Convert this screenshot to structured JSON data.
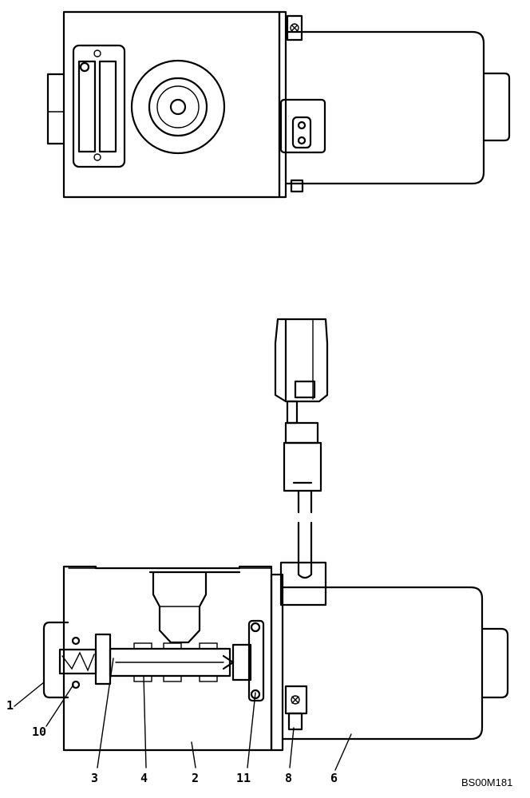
{
  "diagram_code": "BS00M181",
  "callouts": [
    {
      "id": "c1",
      "label": "1"
    },
    {
      "id": "c10",
      "label": "10"
    },
    {
      "id": "c3",
      "label": "3"
    },
    {
      "id": "c4",
      "label": "4"
    },
    {
      "id": "c2",
      "label": "2"
    },
    {
      "id": "c11",
      "label": "11"
    },
    {
      "id": "c8",
      "label": "8"
    },
    {
      "id": "c6",
      "label": "6"
    }
  ]
}
